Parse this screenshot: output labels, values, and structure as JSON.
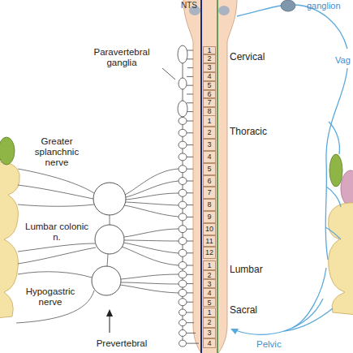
{
  "diagram": {
    "nodes": [
      {
        "text": [
          "1"
        ]
      },
      {
        "text": [
          "2"
        ]
      },
      {
        "text": [
          "3"
        ]
      },
      {
        "text": [
          "4"
        ]
      },
      {
        "text": [
          "5"
        ]
      },
      {
        "text": [
          "6"
        ]
      },
      {
        "text": [
          "7"
        ]
      },
      {
        "text": [
          "8"
        ]
      },
      {
        "text": [
          "1"
        ]
      },
      {
        "text": [
          "2"
        ]
      },
      {
        "text": [
          "3"
        ]
      },
      {
        "text": [
          "4"
        ]
      },
      {
        "text": [
          "5"
        ]
      },
      {
        "text": [
          "6"
        ]
      },
      {
        "text": [
          "7"
        ]
      },
      {
        "text": [
          "8"
        ]
      },
      {
        "text": [
          "9"
        ]
      },
      {
        "text": [
          "10"
        ]
      },
      {
        "text": [
          "11"
        ]
      },
      {
        "text": [
          "12"
        ]
      },
      {
        "text": [
          "1"
        ]
      },
      {
        "text": [
          "2"
        ]
      },
      {
        "text": [
          "3"
        ]
      },
      {
        "text": [
          "4"
        ]
      },
      {
        "text": [
          "5"
        ]
      },
      {
        "text": [
          "1"
        ]
      },
      {
        "text": [
          "2"
        ]
      },
      {
        "text": [
          "3"
        ]
      },
      {
        "text": [
          "4"
        ]
      }
    ],
    "labels": [
      "NTS",
      "ganglion",
      "Paravertebral ganglia",
      "Cervical",
      "Vag",
      "Thoracic",
      "Greater splanchnic nerve",
      "Lumbar colonic n.",
      "Lumbar",
      "Hypogastric nerve",
      "Sacral",
      "Prevertebral",
      "Pelvic"
    ]
  }
}
